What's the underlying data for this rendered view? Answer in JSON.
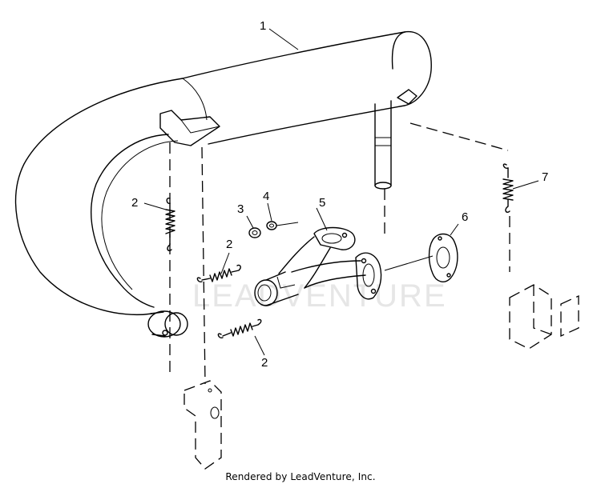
{
  "footer": {
    "credit": "Rendered by LeadVenture, Inc."
  },
  "watermark": {
    "text": "LEADVENTURE"
  },
  "callouts": {
    "c1": "1",
    "c2a": "2",
    "c2b": "2",
    "c2c": "2",
    "c3": "3",
    "c4": "4",
    "c5": "5",
    "c6": "6",
    "c7": "7"
  }
}
